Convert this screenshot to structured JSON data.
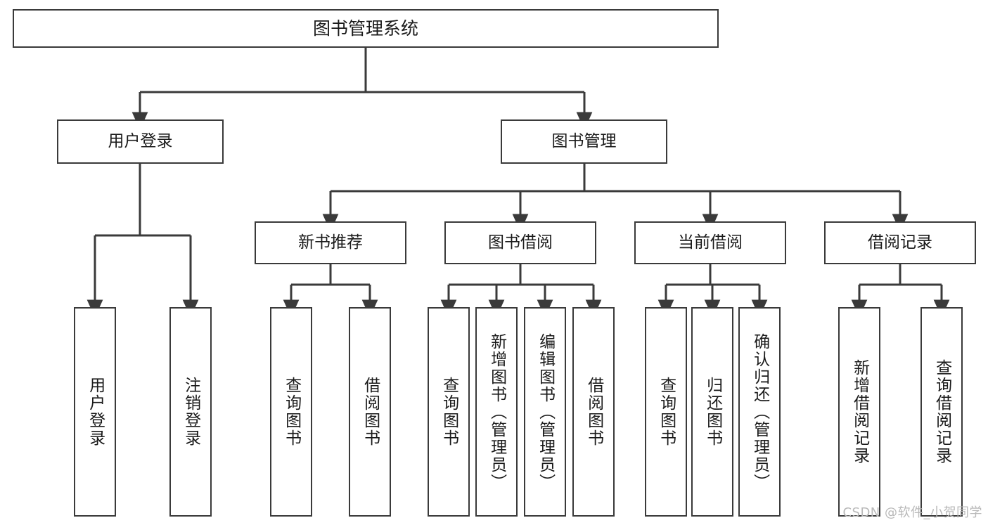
{
  "diagram": {
    "type": "tree-hierarchy-chart",
    "title": "图书管理系统",
    "stroke_color": "#3a3a3a",
    "background_color": "#ffffff",
    "text_color": "#1a1a1a",
    "nodes": {
      "root": {
        "label": "图书管理系统",
        "level": 0,
        "orientation": "horizontal"
      },
      "l1": [
        {
          "id": "user-login",
          "label": "用户登录",
          "level": 1,
          "orientation": "horizontal"
        },
        {
          "id": "book-management",
          "label": "图书管理",
          "level": 1,
          "orientation": "horizontal"
        }
      ],
      "l2": [
        {
          "id": "new-book-recommend",
          "label": "新书推荐",
          "level": 2,
          "orientation": "horizontal",
          "parent": "book-management"
        },
        {
          "id": "book-borrow",
          "label": "图书借阅",
          "level": 2,
          "orientation": "horizontal",
          "parent": "book-management"
        },
        {
          "id": "current-borrow",
          "label": "当前借阅",
          "level": 2,
          "orientation": "horizontal",
          "parent": "book-management"
        },
        {
          "id": "borrow-record",
          "label": "借阅记录",
          "level": 2,
          "orientation": "horizontal",
          "parent": "book-management"
        }
      ],
      "leaves": [
        {
          "id": "leaf-user-login",
          "label": "用户登录",
          "parent": "user-login",
          "orientation": "vertical"
        },
        {
          "id": "leaf-logout-login",
          "label": "注销登录",
          "parent": "user-login",
          "orientation": "vertical"
        },
        {
          "id": "leaf-query-book-1",
          "label": "查询图书",
          "parent": "new-book-recommend",
          "orientation": "vertical"
        },
        {
          "id": "leaf-borrow-book-1",
          "label": "借阅图书",
          "parent": "new-book-recommend",
          "orientation": "vertical"
        },
        {
          "id": "leaf-query-book-2",
          "label": "查询图书",
          "parent": "book-borrow",
          "orientation": "vertical"
        },
        {
          "id": "leaf-add-book-admin",
          "label": "新增图书（管理员）",
          "parent": "book-borrow",
          "orientation": "vertical"
        },
        {
          "id": "leaf-edit-book-admin",
          "label": "编辑图书（管理员）",
          "parent": "book-borrow",
          "orientation": "vertical"
        },
        {
          "id": "leaf-borrow-book-2",
          "label": "借阅图书",
          "parent": "book-borrow",
          "orientation": "vertical"
        },
        {
          "id": "leaf-query-book-3",
          "label": "查询图书",
          "parent": "current-borrow",
          "orientation": "vertical"
        },
        {
          "id": "leaf-return-book",
          "label": "归还图书",
          "parent": "current-borrow",
          "orientation": "vertical"
        },
        {
          "id": "leaf-confirm-return-admin",
          "label": "确认归还（管理员）",
          "parent": "current-borrow",
          "orientation": "vertical"
        },
        {
          "id": "leaf-add-borrow-record",
          "label": "新增借阅记录",
          "parent": "borrow-record",
          "orientation": "vertical"
        },
        {
          "id": "leaf-query-borrow-record",
          "label": "查询借阅记录",
          "parent": "borrow-record",
          "orientation": "vertical"
        }
      ]
    },
    "watermark": "CSDN @软件_小贺同学"
  }
}
